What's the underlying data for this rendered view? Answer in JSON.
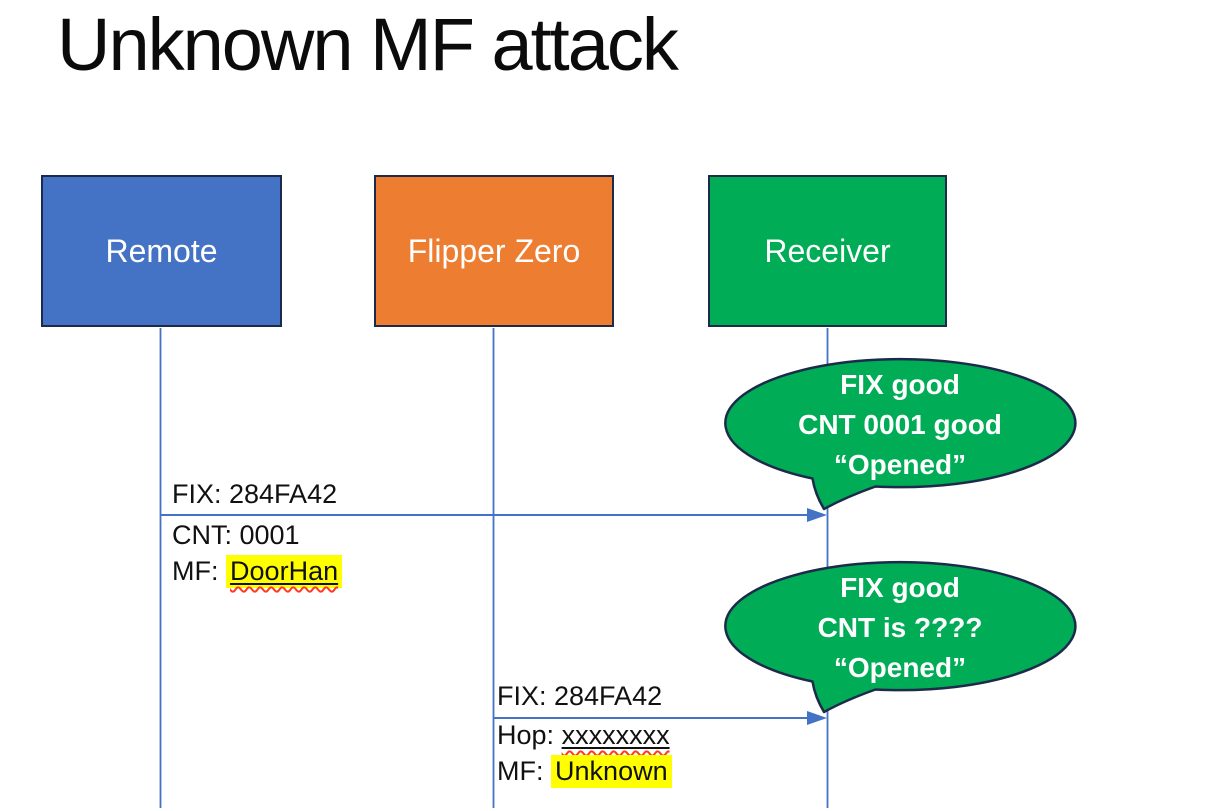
{
  "title": "Unknown MF attack",
  "actors": {
    "remote": "Remote",
    "flipper": "Flipper Zero",
    "receiver": "Receiver"
  },
  "bubbles": {
    "first": {
      "line1": "FIX good",
      "line2": "CNT 0001 good",
      "line3": "“Opened”"
    },
    "second": {
      "line1": "FIX good",
      "line2": "CNT is ????",
      "line3": "“Opened”"
    }
  },
  "messages": {
    "first": {
      "fix": "FIX: 284FA42",
      "cnt": "CNT: 0001",
      "mf_prefix": "MF:",
      "mf_value": "DoorHan"
    },
    "second": {
      "fix": "FIX: 284FA42",
      "hop_prefix": "Hop:",
      "hop_value": "xxxxxxxx",
      "mf_prefix": "MF:",
      "mf_value": "Unknown"
    }
  },
  "colors": {
    "actor_remote": "#4472C4",
    "actor_flipper": "#ED7D31",
    "actor_receiver": "#00AC55",
    "bubble_fill": "#00AC55",
    "shape_border": "#1C2B4A",
    "connector": "#4472C4",
    "highlight": "#FFFF00",
    "spellcheck": "#FF3B1F",
    "text": "#111111"
  }
}
